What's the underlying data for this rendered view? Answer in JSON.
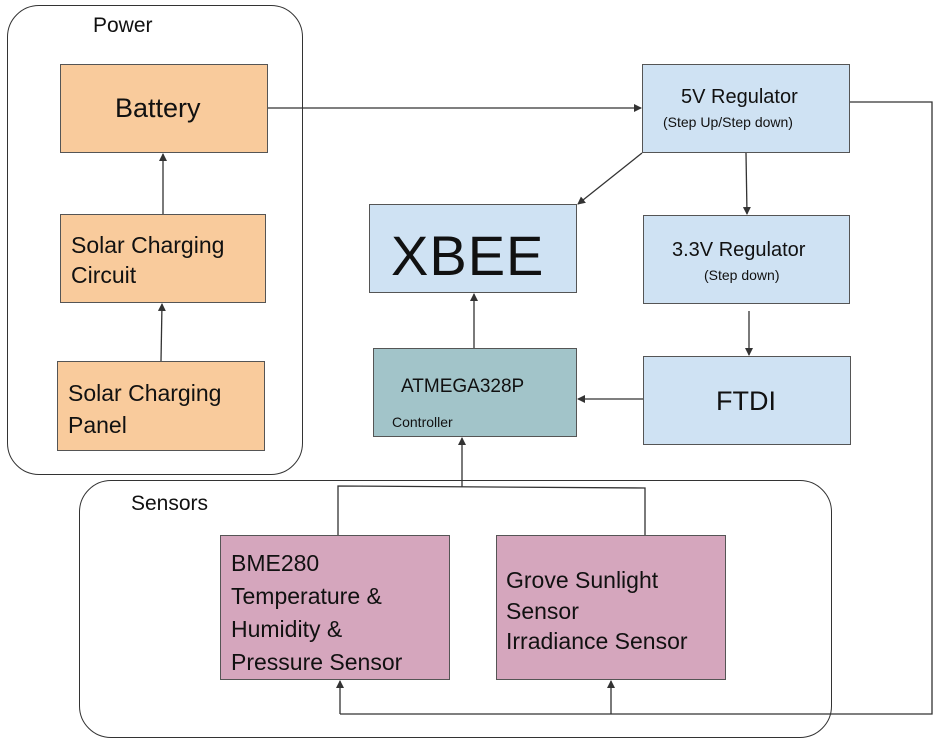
{
  "groups": {
    "power": "Power",
    "sensors": "Sensors"
  },
  "blocks": {
    "battery": "Battery",
    "charging_circuit": [
      "Solar Charging",
      "Circuit"
    ],
    "charging_panel": [
      "Solar Charging",
      "Panel"
    ],
    "reg5v": {
      "title": "5V Regulator",
      "sub": "(Step Up/Step down)"
    },
    "reg33v": {
      "title": "3.3V Regulator",
      "sub": "(Step down)"
    },
    "xbee": "XBEE",
    "mcu": {
      "title": "ATMEGA328P",
      "sub": "Controller"
    },
    "ftdi": "FTDI",
    "bme280": [
      "BME280",
      "Temperature &",
      "Humidity &",
      "Pressure Sensor"
    ],
    "grove": [
      "Grove Sunlight",
      "Sensor",
      "Irradiance Sensor"
    ]
  },
  "colors": {
    "power_blocks": "#f9cb9c",
    "regulator_blocks": "#cfe2f3",
    "controller_block": "#a2c4c9",
    "sensor_blocks": "#d5a6bd"
  }
}
